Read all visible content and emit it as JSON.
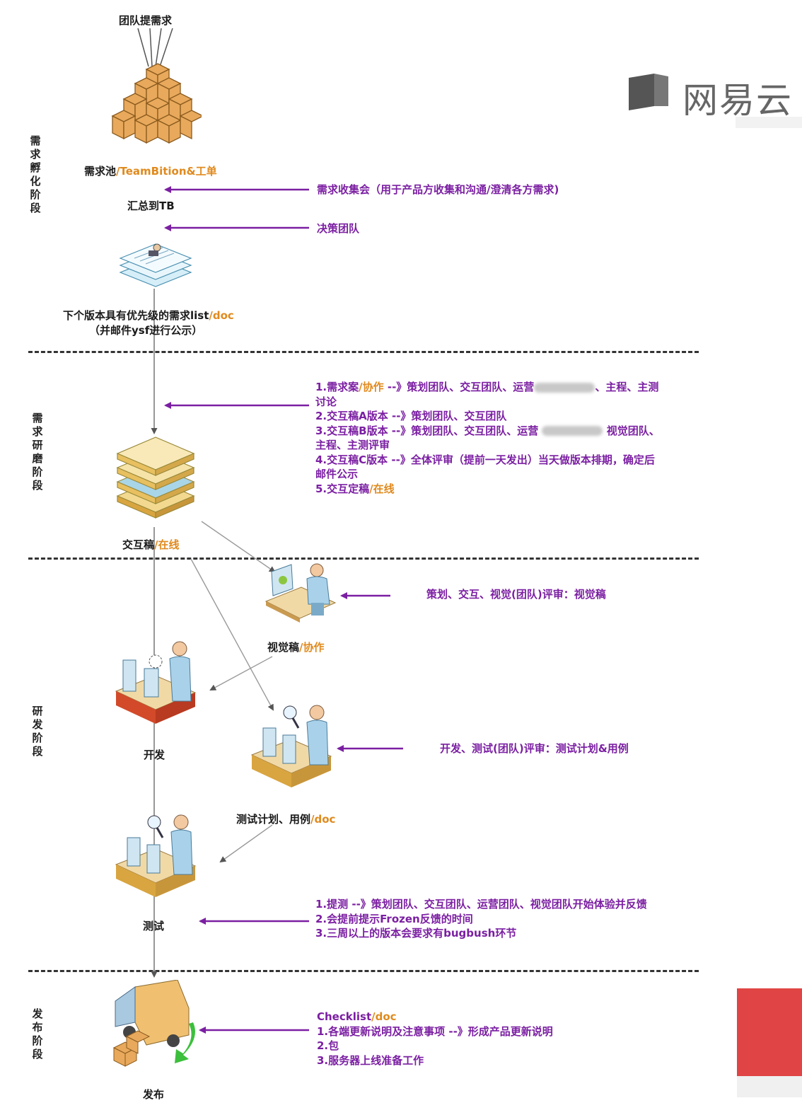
{
  "watermark": {
    "text": "网易云"
  },
  "stages": [
    "需求孵化阶段",
    "需求研磨阶段",
    "研发阶段",
    "发布阶段"
  ],
  "top_input": "团队提需求",
  "pool": {
    "label": "需求池",
    "suffix": "/TeamBition&工单"
  },
  "summary_label": "汇总到TB",
  "note_collect": "需求收集会（用于产品方收集和沟通/澄清各方需求)",
  "note_decide": "决策团队",
  "priority_list": {
    "label": "下个版本具有优先级的需求list",
    "suffix": "/doc",
    "line2": "（并邮件ysf进行公示）"
  },
  "refine_notes": {
    "l1_a": "1.需求案",
    "l1_b": "/协作",
    "l1_c": " --》策划团队、交互团队、运营",
    "l1_d": "、主程、主测",
    "l1_e": "讨论",
    "l2": "2.交互稿A版本 --》策划团队、交互团队",
    "l3_a": "3.交互稿B版本 --》策划团队、交互团队、运营",
    "l3_b": "视觉团队、",
    "l3_c": "主程、主测评审",
    "l4": "4.交互稿C版本 --》全体评审（提前一天发出）当天做版本排期，确定后",
    "l4b": "邮件公示",
    "l5_a": "5.交互定稿",
    "l5_b": "/在线"
  },
  "interaction_draft": {
    "label": "交互稿",
    "suffix": "/在线"
  },
  "visual_review_note": "策划、交互、视觉(团队)评审：视觉稿",
  "visual_draft": {
    "label": "视觉稿",
    "suffix": "/协作"
  },
  "dev_label": "开发",
  "test_review_note": "开发、测试(团队)评审：测试计划&用例",
  "test_plan": {
    "label": "测试计划、用例",
    "suffix": "/doc"
  },
  "test_label": "测试",
  "test_notes": [
    "1.提测 --》策划团队、交互团队、运营团队、视觉团队开始体验并反馈",
    "2.会提前提示Frozen反馈的时间",
    "3.三周以上的版本会要求有bugbush环节"
  ],
  "release_notes": {
    "title": "Checklist",
    "title_suffix": "/doc",
    "items": [
      "1.各端更新说明及注意事项 --》形成产品更新说明",
      "2.包",
      "3.服务器上线准备工作"
    ]
  },
  "release_label": "发布",
  "colors": {
    "purple": "#7b1fa2",
    "orange": "#e08a1e",
    "red_block": "#e04444"
  }
}
